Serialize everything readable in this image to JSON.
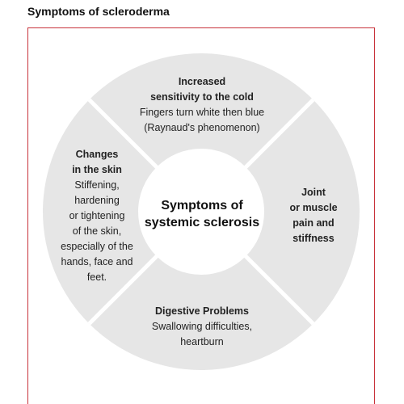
{
  "header": {
    "title": "Symptoms of scleroderma"
  },
  "diagram": {
    "center_label": "Symptoms of systemic sclerosis",
    "center_label_line1": "Symptoms of",
    "center_label_line2": "systemic sclerosis",
    "segments": {
      "top": {
        "title_line1": "Increased",
        "title_line2": "sensitivity to the cold",
        "desc_line1": "Fingers turn white then blue",
        "desc_line2": "(Raynaud's phenomenon)"
      },
      "left": {
        "title_line1": "Changes",
        "title_line2": "in the skin",
        "desc_line1": "Stiffening,",
        "desc_line2": "hardening",
        "desc_line3": "or tightening",
        "desc_line4": "of the skin,",
        "desc_line5": "especially of the",
        "desc_line6": "hands, face and",
        "desc_line7": "feet."
      },
      "right": {
        "title_line1": "Joint",
        "title_line2": "or muscle",
        "title_line3": "pain and",
        "title_line4": "stiffness"
      },
      "bottom": {
        "title_line1": "Digestive Problems",
        "desc_line1": "Swallowing difficulties,",
        "desc_line2": "heartburn"
      }
    },
    "colors": {
      "ring": "#e6e6e6",
      "divider": "#ffffff",
      "frame": "#c8323a"
    }
  }
}
